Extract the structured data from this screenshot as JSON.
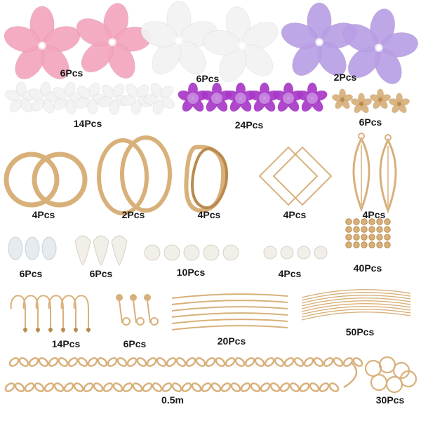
{
  "colors": {
    "pink": "#f4a6bd",
    "white_flower": "#f2f2f4",
    "lavender": "#b9a0e6",
    "purple": "#a838c8",
    "gold": "#d8b07a",
    "gold_dark": "#b88a4e",
    "pearl": "#f1efe8",
    "clear": "#e6ebef"
  },
  "items": [
    {
      "name": "pink-flower-bead",
      "icon": "pink-petal-cap-icon",
      "label": "6Pcs"
    },
    {
      "name": "white-flower-bead",
      "icon": "white-petal-cap-icon",
      "label": "6Pcs"
    },
    {
      "name": "lavender-flower-bead",
      "icon": "lavender-petal-cap-icon",
      "label": "2Pcs"
    },
    {
      "name": "white-small-flower",
      "icon": "white-small-flower-icon",
      "label": "14Pcs"
    },
    {
      "name": "purple-trumpet-flower",
      "icon": "purple-trumpet-flower-icon",
      "label": "24Pcs"
    },
    {
      "name": "gold-flower-cap",
      "icon": "gold-flower-cap-icon",
      "label": "6Pcs"
    },
    {
      "name": "gold-round-ring",
      "icon": "gold-round-ring-icon",
      "label": "4Pcs"
    },
    {
      "name": "gold-oval-ring",
      "icon": "gold-oval-ring-icon",
      "label": "2Pcs"
    },
    {
      "name": "gold-twisted-ring",
      "icon": "gold-twisted-ring-icon",
      "label": "4Pcs"
    },
    {
      "name": "gold-square-frame",
      "icon": "gold-square-frame-icon",
      "label": "4Pcs"
    },
    {
      "name": "gold-leaf-pendant",
      "icon": "gold-leaf-pendant-icon",
      "label": "4Pcs"
    },
    {
      "name": "clear-drop-bead",
      "icon": "clear-drop-bead-icon",
      "label": "6Pcs"
    },
    {
      "name": "pearl-teardrop",
      "icon": "pearl-teardrop-icon",
      "label": "6Pcs"
    },
    {
      "name": "pearl-round-large",
      "icon": "pearl-round-large-icon",
      "label": "10Pcs"
    },
    {
      "name": "pearl-round-small",
      "icon": "pearl-round-small-icon",
      "label": "4Pcs"
    },
    {
      "name": "gold-spacer-bead",
      "icon": "gold-spacer-bead-icon",
      "label": "40Pcs"
    },
    {
      "name": "earring-hook",
      "icon": "earring-hook-icon",
      "label": "14Pcs"
    },
    {
      "name": "ear-stud",
      "icon": "ear-stud-icon",
      "label": "6Pcs"
    },
    {
      "name": "head-pin-short",
      "icon": "head-pin-icon",
      "label": "20Pcs"
    },
    {
      "name": "head-pin-long",
      "icon": "eye-pin-icon",
      "label": "50Pcs"
    },
    {
      "name": "gold-chain",
      "icon": "cable-chain-icon",
      "label": "0.5m"
    },
    {
      "name": "jump-ring",
      "icon": "jump-ring-icon",
      "label": "30Pcs"
    }
  ]
}
